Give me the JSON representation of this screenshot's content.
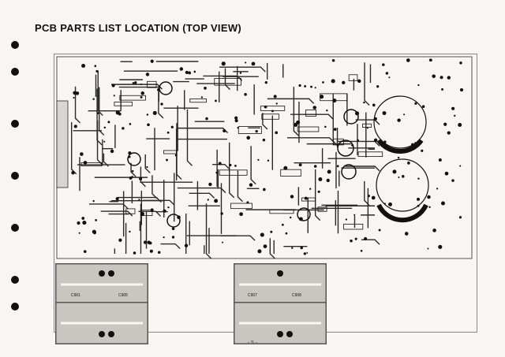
{
  "page": {
    "title": "PCB PARTS LIST LOCATION (TOP VIEW)",
    "page_number": "- 5 -"
  },
  "sub_boards": [
    {
      "label": "C901"
    },
    {
      "label": "C905"
    },
    {
      "label": "C907"
    },
    {
      "label": "C908"
    }
  ],
  "colors": {
    "ink": "#111111",
    "paper": "#f7f6f2",
    "board_fill": "#c9c6c0",
    "trace": "#2a2a2a"
  }
}
